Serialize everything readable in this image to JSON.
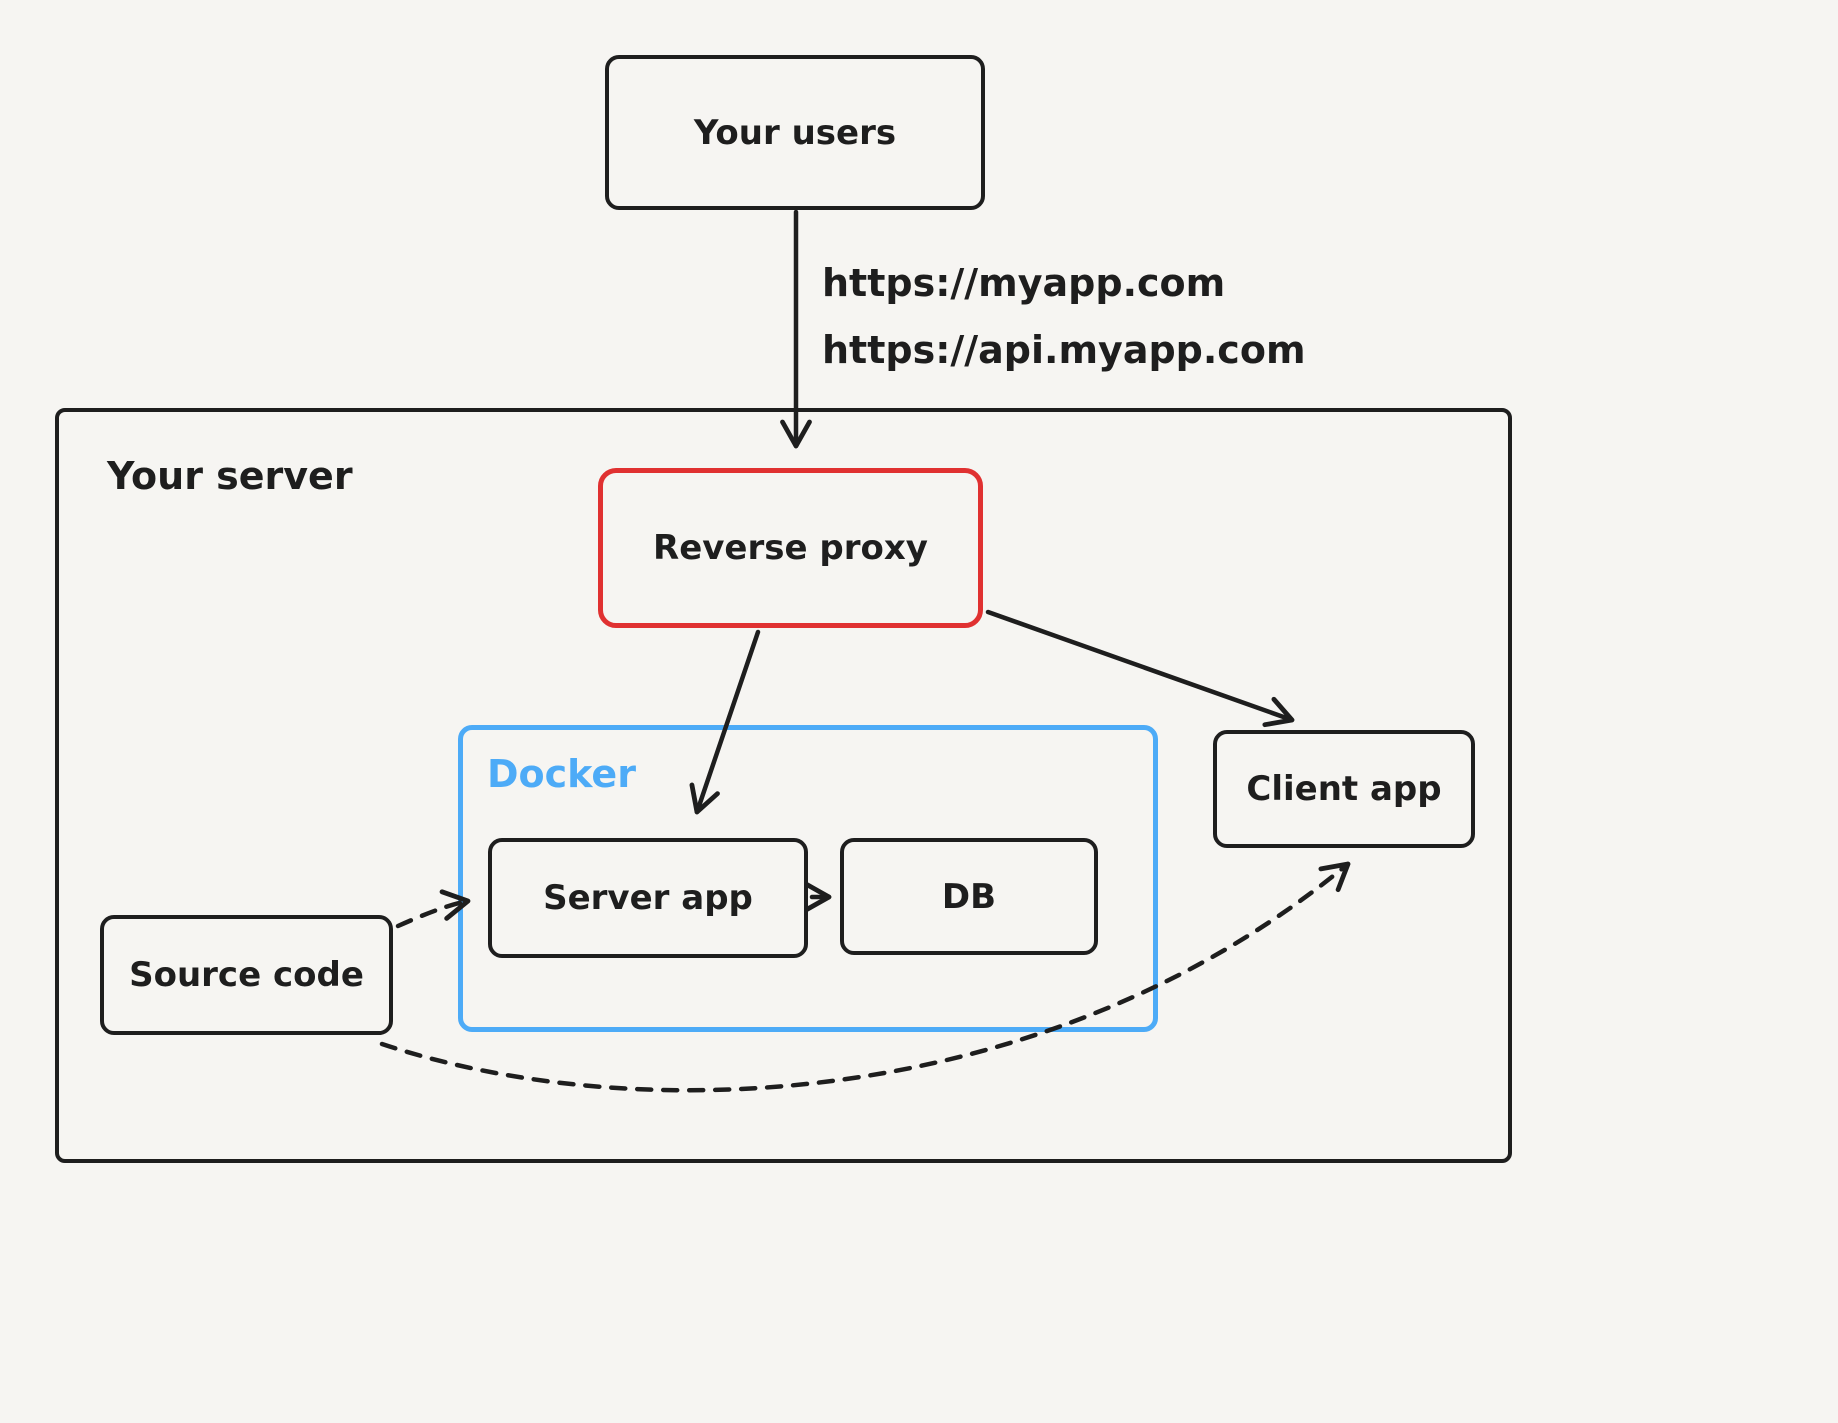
{
  "diagram": {
    "nodes": {
      "your_users": {
        "label": "Your users"
      },
      "your_server": {
        "label": "Your server"
      },
      "reverse_proxy": {
        "label": "Reverse proxy"
      },
      "docker": {
        "label": "Docker"
      },
      "server_app": {
        "label": "Server app"
      },
      "db": {
        "label": "DB"
      },
      "client_app": {
        "label": "Client app"
      },
      "source_code": {
        "label": "Source code"
      }
    },
    "edges": {
      "users_to_proxy": {
        "from": "your_users",
        "to": "reverse_proxy",
        "style": "solid",
        "labels": [
          "https://myapp.com",
          "https://api.myapp.com"
        ]
      },
      "proxy_to_server_app": {
        "from": "reverse_proxy",
        "to": "server_app",
        "style": "solid"
      },
      "proxy_to_client_app": {
        "from": "reverse_proxy",
        "to": "client_app",
        "style": "solid"
      },
      "server_app_to_db": {
        "from": "server_app",
        "to": "db",
        "style": "solid"
      },
      "source_to_server_app": {
        "from": "source_code",
        "to": "server_app",
        "style": "dashed"
      },
      "source_to_client_app": {
        "from": "source_code",
        "to": "client_app",
        "style": "dashed"
      }
    },
    "colors": {
      "reverse_proxy_border": "#e03131",
      "docker_accent": "#4dabf7",
      "stroke": "#1e1e1e",
      "background": "#f6f5f2"
    }
  }
}
